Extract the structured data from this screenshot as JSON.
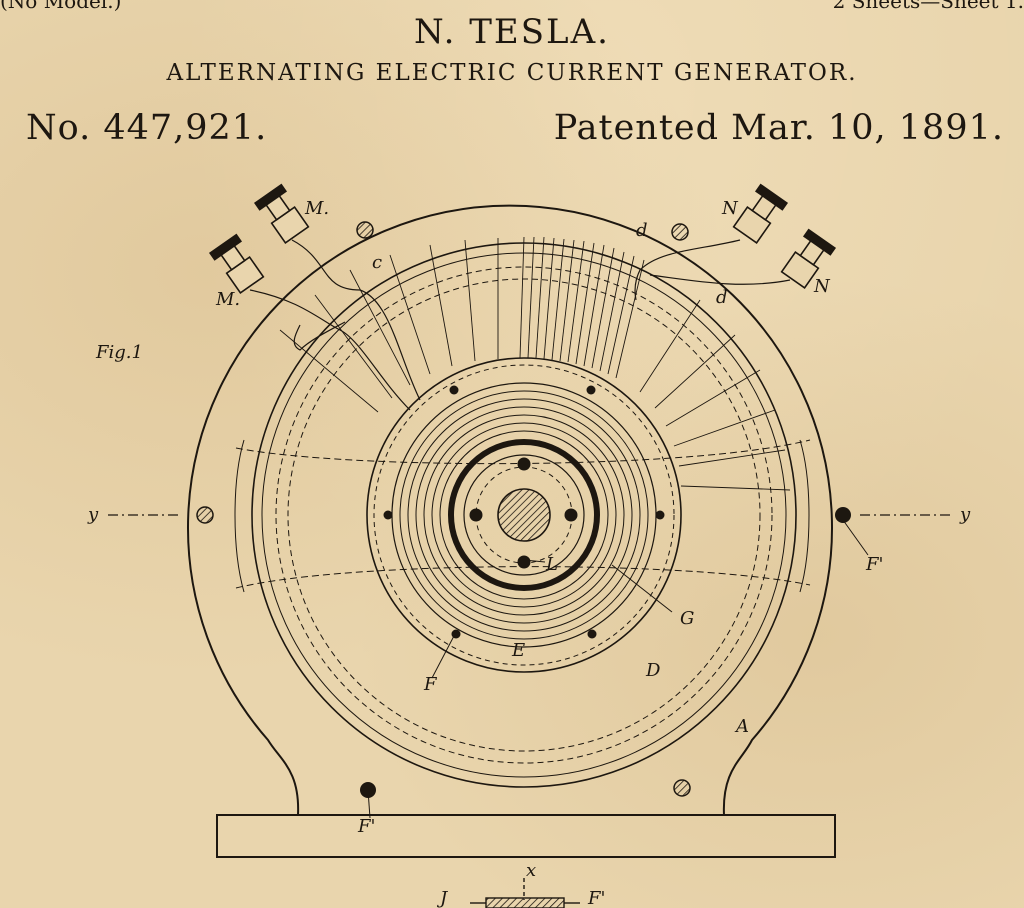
{
  "header": {
    "model": "(No Model.)",
    "sheets": "2 Sheets—Sheet 1.",
    "inventor": "N. TESLA.",
    "title": "ALTERNATING ELECTRIC CURRENT GENERATOR.",
    "patent_number": "No. 447,921.",
    "patent_date": "Patented Mar. 10, 1891."
  },
  "figure": {
    "label": "Fig.1",
    "letters": {
      "M_top": "M.",
      "M_left": "M.",
      "N_top": "N",
      "N_right": "N",
      "c": "c",
      "d_top": "d",
      "d_right": "d",
      "y_left": "y",
      "y_right": "y",
      "F1_right": "F'",
      "F1_bottom": "F'",
      "F1_base": "F'",
      "L": "L",
      "G": "G",
      "E": "E",
      "F": "F",
      "D": "D",
      "A": "A",
      "x": "x",
      "J": "J"
    }
  },
  "colors": {
    "paper": "#e9d5ad",
    "ink": "#1d1710"
  }
}
